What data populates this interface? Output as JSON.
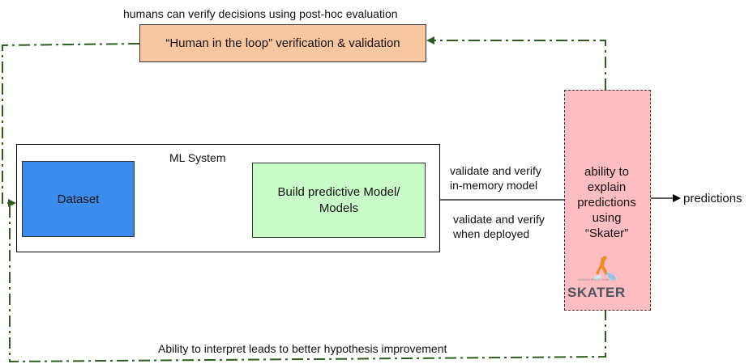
{
  "captions": {
    "top": "humans can verify decisions using post-hoc evaluation",
    "bottom": "Ability to interpret leads to better hypothesis improvement"
  },
  "human_box": {
    "label": "“Human in the loop” verification & validation"
  },
  "ml_system": {
    "title": "ML System"
  },
  "dataset": {
    "label": "Dataset"
  },
  "model": {
    "line1": "Build predictive Model/",
    "line2": "Models"
  },
  "validate_memory": {
    "line1": "validate and verify",
    "line2": "in-memory model"
  },
  "validate_deployed": {
    "line1": "validate and verify",
    "line2": "when deployed"
  },
  "skater_box": {
    "lines": [
      "ability to",
      "explain",
      "predictions",
      "using",
      "“Skater”"
    ],
    "logo_word": "SKATER",
    "logo_small": "DATASCIENCE.COM"
  },
  "predictions": {
    "label": "predictions"
  },
  "colors": {
    "feedback_line": "#2d5e1e",
    "human_fill": "#f9c79f",
    "dataset_fill": "#3b8ded",
    "model_fill": "#c9fdc8",
    "skater_fill": "#fdbdc3"
  }
}
